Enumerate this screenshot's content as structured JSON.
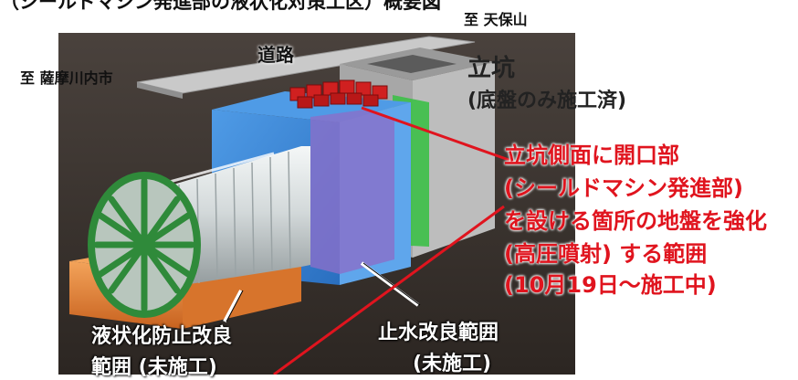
{
  "header": {
    "title_fragment": "（シールドマシン発進部の液状化対策工区）概要図"
  },
  "labels": {
    "destination_tenpozan": "至 天保山",
    "destination_satsuma": "至 薩摩川内市",
    "road": "道路",
    "shaft": "立坑",
    "shaft_status": "(底盤のみ施工済)",
    "red_callout": [
      "立坑側面に開口部",
      "(シールドマシン発進部)",
      "を設ける箇所の地盤を強化",
      "(高圧噴射) する範囲",
      "(10月19日～施工中)"
    ],
    "liquefaction_range": [
      "液状化防止改良",
      "範囲 (未施工)"
    ],
    "water_stop_range": [
      "止水改良範囲",
      "(未施工)"
    ]
  },
  "colors": {
    "background_dark": "#3a3330",
    "road": "#c8c8c8",
    "shaft": "#bdbdbd",
    "water_stop_block": "#3a86d6",
    "target_zone": "#8a6fc9",
    "green_block": "#3fbf4a",
    "red_blocks": "#d02020",
    "shield_body": "#d8dee0",
    "cutter_head": "#2f8a3a",
    "liquefaction_block": "#e8843a",
    "callout_red": "#e0141e"
  }
}
